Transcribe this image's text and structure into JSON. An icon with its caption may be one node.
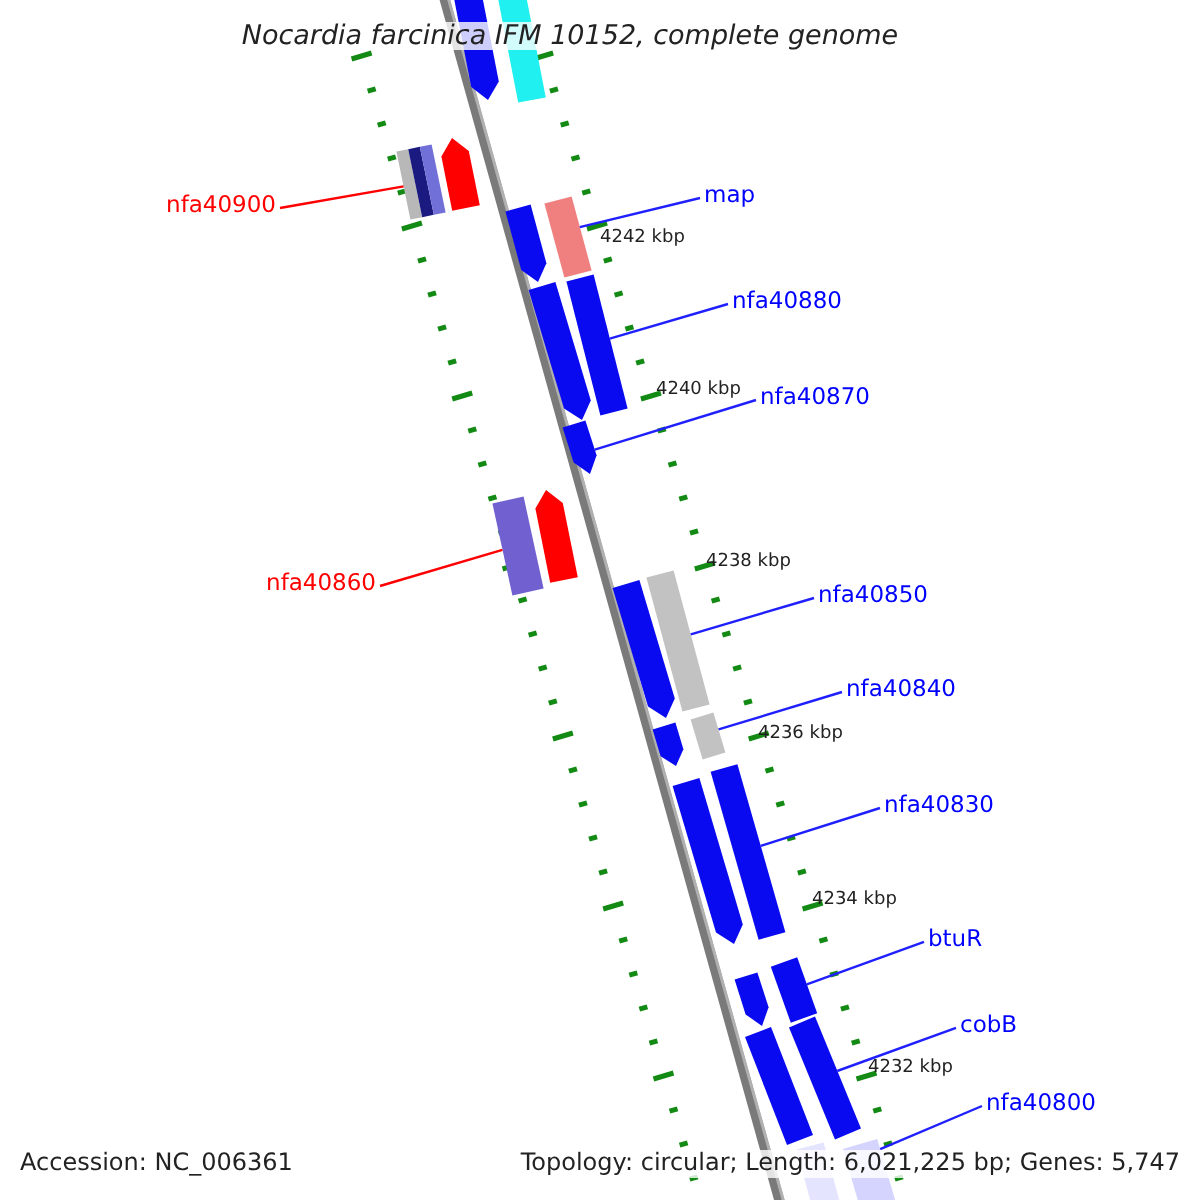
{
  "diagram": {
    "title": "Nocardia farcinica IFM 10152, complete genome",
    "nodes": [
      {
        "text": [],
        "shape": "arrow"
      },
      {
        "text": [],
        "shape": "bar"
      },
      {
        "text": [],
        "shape": "arrow"
      },
      {
        "text": [],
        "shape": "bar"
      },
      {
        "text": [
          "map"
        ]
      },
      {
        "text": [],
        "shape": "bar"
      },
      {
        "text": [
          "nfa40900"
        ]
      },
      {
        "text": [],
        "shape": "arrow"
      },
      {
        "text": [],
        "shape": "bar"
      },
      {
        "text": [],
        "shape": "arrow"
      },
      {
        "text": [
          "nfa40880"
        ]
      },
      {
        "text": [
          "nfa40870"
        ]
      },
      {
        "text": [],
        "shape": "arrow"
      },
      {
        "text": [],
        "shape": "arrow"
      },
      {
        "text": [],
        "shape": "bar"
      },
      {
        "text": [],
        "shape": "bar"
      },
      {
        "text": [
          "nfa40860"
        ]
      },
      {
        "text": [],
        "shape": "arrow"
      },
      {
        "text": [
          "nfa40850"
        ]
      },
      {
        "text": [
          "nfa40840"
        ]
      },
      {
        "text": [],
        "shape": "bar"
      },
      {
        "text": [],
        "shape": "arrow"
      },
      {
        "text": [],
        "shape": "bar"
      },
      {
        "text": [],
        "shape": "arrow"
      },
      {
        "text": [
          "nfa40830"
        ]
      },
      {
        "text": [
          "btuR"
        ]
      },
      {
        "text": [],
        "shape": "bar"
      },
      {
        "text": [],
        "shape": "arrow"
      },
      {
        "text": [],
        "shape": "bar"
      },
      {
        "text": [
          "cobB"
        ]
      },
      {
        "text": [],
        "shape": "bar"
      },
      {
        "text": [
          "nfa40800"
        ]
      },
      {
        "text": [],
        "shape": "bar"
      },
      {
        "text": [],
        "shape": "bar"
      }
    ],
    "edges": [
      {
        "from": 6,
        "to": 3,
        "arrow": "none",
        "color": "#ff0000"
      },
      {
        "from": 4,
        "to": 5,
        "arrow": "none"
      },
      {
        "from": 10,
        "to": 8,
        "arrow": "none"
      },
      {
        "from": 11,
        "to": 12,
        "arrow": "none"
      },
      {
        "from": 16,
        "to": 14,
        "arrow": "none",
        "color": "#ff0000"
      },
      {
        "from": 18,
        "to": 15,
        "arrow": "none"
      },
      {
        "from": 19,
        "to": 20,
        "arrow": "none"
      },
      {
        "from": 24,
        "to": 22,
        "arrow": "none"
      },
      {
        "from": 25,
        "to": 26,
        "arrow": "none"
      },
      {
        "from": 29,
        "to": 28,
        "arrow": "none"
      },
      {
        "from": 31,
        "to": 32,
        "arrow": "none"
      }
    ],
    "labels": [
      "4242 kbp",
      "4240 kbp",
      "4238 kbp",
      "4236 kbp",
      "4234 kbp",
      "4232 kbp",
      "Accession: NC_006361",
      "Topology: circular; Length: 6,021,225 bp; Genes: 5,747"
    ]
  }
}
